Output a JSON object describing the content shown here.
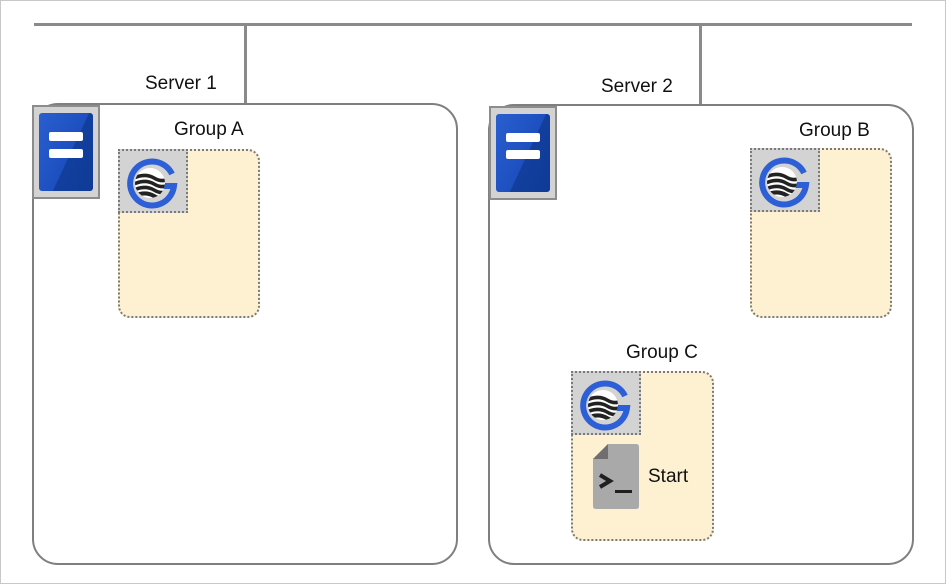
{
  "servers": [
    {
      "label": "Server 1",
      "icon": "server-icon"
    },
    {
      "label": "Server 2",
      "icon": "server-icon"
    }
  ],
  "groups": [
    {
      "label": "Group A",
      "icon": "floating-ip-g-icon"
    },
    {
      "label": "Group B",
      "icon": "floating-ip-g-icon"
    },
    {
      "label": "Group C",
      "icon": "floating-ip-g-icon"
    }
  ],
  "script_resource": {
    "label": "Start",
    "icon": "script-terminal-icon"
  },
  "colors": {
    "server_blue": "#1d4fbf",
    "group_fill": "#fdf1d2",
    "icon_bg": "#d3d3d3",
    "line": "#8a8a8a"
  }
}
